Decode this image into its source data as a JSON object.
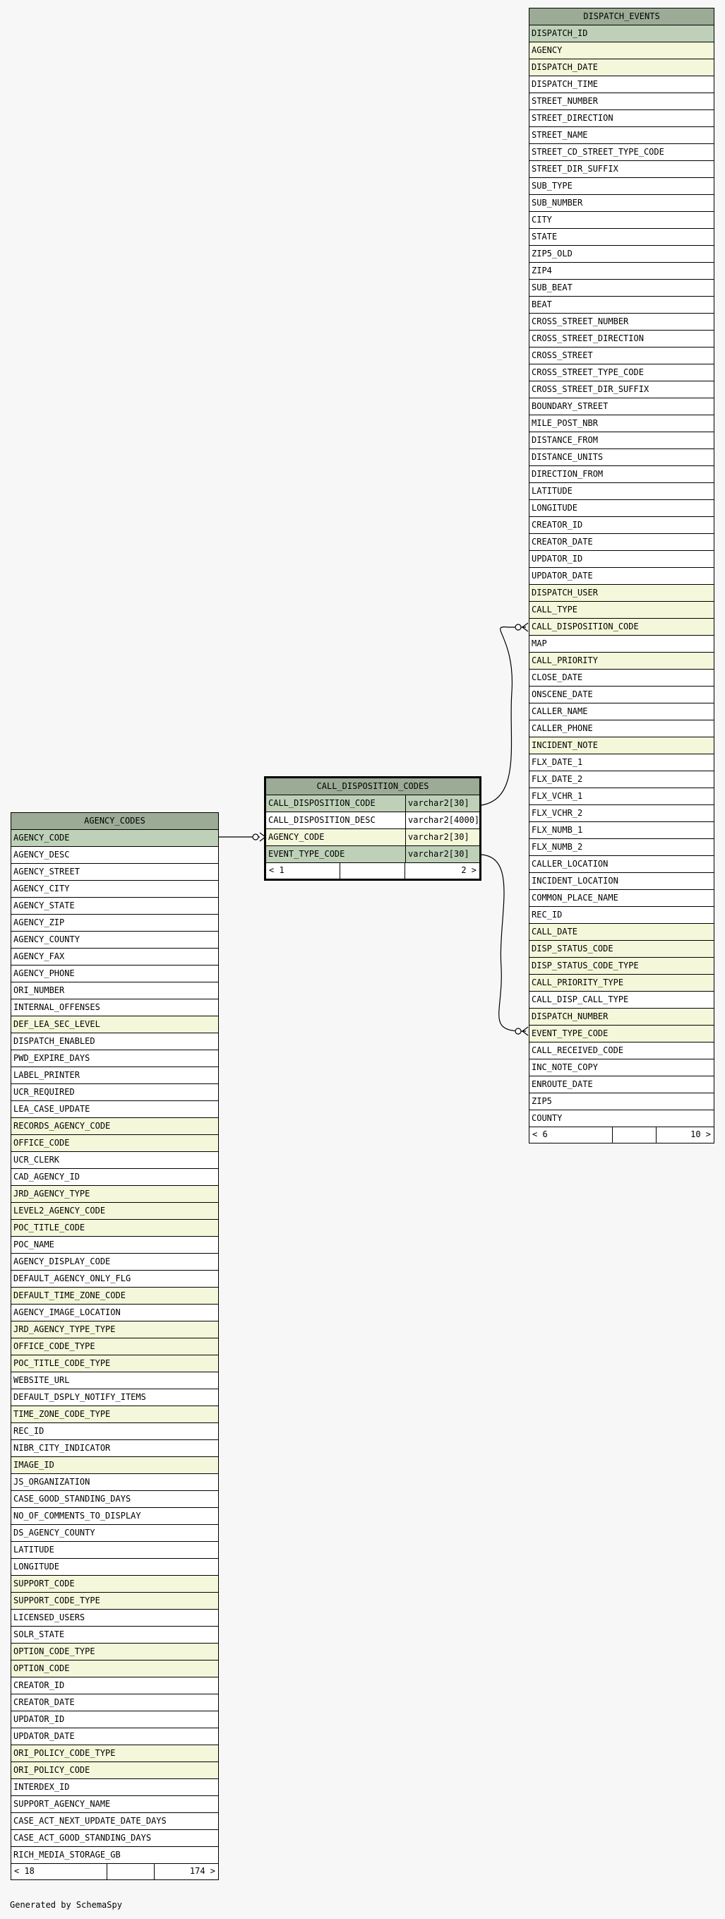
{
  "tables": {
    "dispatch_events": {
      "name": "DISPATCH_EVENTS",
      "columns": [
        {
          "name": "DISPATCH_ID",
          "kind": "pk"
        },
        {
          "name": "AGENCY",
          "kind": "fk"
        },
        {
          "name": "DISPATCH_DATE",
          "kind": "fk"
        },
        {
          "name": "DISPATCH_TIME",
          "kind": "plain"
        },
        {
          "name": "STREET_NUMBER",
          "kind": "plain"
        },
        {
          "name": "STREET_DIRECTION",
          "kind": "plain"
        },
        {
          "name": "STREET_NAME",
          "kind": "plain"
        },
        {
          "name": "STREET_CD_STREET_TYPE_CODE",
          "kind": "plain"
        },
        {
          "name": "STREET_DIR_SUFFIX",
          "kind": "plain"
        },
        {
          "name": "SUB_TYPE",
          "kind": "plain"
        },
        {
          "name": "SUB_NUMBER",
          "kind": "plain"
        },
        {
          "name": "CITY",
          "kind": "plain"
        },
        {
          "name": "STATE",
          "kind": "plain"
        },
        {
          "name": "ZIP5_OLD",
          "kind": "plain"
        },
        {
          "name": "ZIP4",
          "kind": "plain"
        },
        {
          "name": "SUB_BEAT",
          "kind": "plain"
        },
        {
          "name": "BEAT",
          "kind": "plain"
        },
        {
          "name": "CROSS_STREET_NUMBER",
          "kind": "plain"
        },
        {
          "name": "CROSS_STREET_DIRECTION",
          "kind": "plain"
        },
        {
          "name": "CROSS_STREET",
          "kind": "plain"
        },
        {
          "name": "CROSS_STREET_TYPE_CODE",
          "kind": "plain"
        },
        {
          "name": "CROSS_STREET_DIR_SUFFIX",
          "kind": "plain"
        },
        {
          "name": "BOUNDARY_STREET",
          "kind": "plain"
        },
        {
          "name": "MILE_POST_NBR",
          "kind": "plain"
        },
        {
          "name": "DISTANCE_FROM",
          "kind": "plain"
        },
        {
          "name": "DISTANCE_UNITS",
          "kind": "plain"
        },
        {
          "name": "DIRECTION_FROM",
          "kind": "plain"
        },
        {
          "name": "LATITUDE",
          "kind": "plain"
        },
        {
          "name": "LONGITUDE",
          "kind": "plain"
        },
        {
          "name": "CREATOR_ID",
          "kind": "plain"
        },
        {
          "name": "CREATOR_DATE",
          "kind": "plain"
        },
        {
          "name": "UPDATOR_ID",
          "kind": "plain"
        },
        {
          "name": "UPDATOR_DATE",
          "kind": "plain"
        },
        {
          "name": "DISPATCH_USER",
          "kind": "fk"
        },
        {
          "name": "CALL_TYPE",
          "kind": "fk"
        },
        {
          "name": "CALL_DISPOSITION_CODE",
          "kind": "fk"
        },
        {
          "name": "MAP",
          "kind": "plain"
        },
        {
          "name": "CALL_PRIORITY",
          "kind": "fk"
        },
        {
          "name": "CLOSE_DATE",
          "kind": "plain"
        },
        {
          "name": "ONSCENE_DATE",
          "kind": "plain"
        },
        {
          "name": "CALLER_NAME",
          "kind": "plain"
        },
        {
          "name": "CALLER_PHONE",
          "kind": "plain"
        },
        {
          "name": "INCIDENT_NOTE",
          "kind": "fk"
        },
        {
          "name": "FLX_DATE_1",
          "kind": "plain"
        },
        {
          "name": "FLX_DATE_2",
          "kind": "plain"
        },
        {
          "name": "FLX_VCHR_1",
          "kind": "plain"
        },
        {
          "name": "FLX_VCHR_2",
          "kind": "plain"
        },
        {
          "name": "FLX_NUMB_1",
          "kind": "plain"
        },
        {
          "name": "FLX_NUMB_2",
          "kind": "plain"
        },
        {
          "name": "CALLER_LOCATION",
          "kind": "plain"
        },
        {
          "name": "INCIDENT_LOCATION",
          "kind": "plain"
        },
        {
          "name": "COMMON_PLACE_NAME",
          "kind": "plain"
        },
        {
          "name": "REC_ID",
          "kind": "plain"
        },
        {
          "name": "CALL_DATE",
          "kind": "fk"
        },
        {
          "name": "DISP_STATUS_CODE",
          "kind": "fk"
        },
        {
          "name": "DISP_STATUS_CODE_TYPE",
          "kind": "fk"
        },
        {
          "name": "CALL_PRIORITY_TYPE",
          "kind": "fk"
        },
        {
          "name": "CALL_DISP_CALL_TYPE",
          "kind": "plain"
        },
        {
          "name": "DISPATCH_NUMBER",
          "kind": "fk"
        },
        {
          "name": "EVENT_TYPE_CODE",
          "kind": "fk"
        },
        {
          "name": "CALL_RECEIVED_CODE",
          "kind": "plain"
        },
        {
          "name": "INC_NOTE_COPY",
          "kind": "plain"
        },
        {
          "name": "ENROUTE_DATE",
          "kind": "plain"
        },
        {
          "name": "ZIP5",
          "kind": "plain"
        },
        {
          "name": "COUNTY",
          "kind": "plain"
        }
      ],
      "footer": {
        "parents": "< 6",
        "middle": "",
        "children": "10 >"
      }
    },
    "call_disposition_codes": {
      "name": "CALL_DISPOSITION_CODES",
      "columns": [
        {
          "name": "CALL_DISPOSITION_CODE",
          "type": "varchar2[30]",
          "kind": "pk"
        },
        {
          "name": "CALL_DISPOSITION_DESC",
          "type": "varchar2[4000]",
          "kind": "plain"
        },
        {
          "name": "AGENCY_CODE",
          "type": "varchar2[30]",
          "kind": "fk"
        },
        {
          "name": "EVENT_TYPE_CODE",
          "type": "varchar2[30]",
          "kind": "pk"
        }
      ],
      "footer": {
        "parents": "< 1",
        "middle": "",
        "children": "2 >"
      }
    },
    "agency_codes": {
      "name": "AGENCY_CODES",
      "columns": [
        {
          "name": "AGENCY_CODE",
          "kind": "pk"
        },
        {
          "name": "AGENCY_DESC",
          "kind": "plain"
        },
        {
          "name": "AGENCY_STREET",
          "kind": "plain"
        },
        {
          "name": "AGENCY_CITY",
          "kind": "plain"
        },
        {
          "name": "AGENCY_STATE",
          "kind": "plain"
        },
        {
          "name": "AGENCY_ZIP",
          "kind": "plain"
        },
        {
          "name": "AGENCY_COUNTY",
          "kind": "plain"
        },
        {
          "name": "AGENCY_FAX",
          "kind": "plain"
        },
        {
          "name": "AGENCY_PHONE",
          "kind": "plain"
        },
        {
          "name": "ORI_NUMBER",
          "kind": "plain"
        },
        {
          "name": "INTERNAL_OFFENSES",
          "kind": "plain"
        },
        {
          "name": "DEF_LEA_SEC_LEVEL",
          "kind": "fk"
        },
        {
          "name": "DISPATCH_ENABLED",
          "kind": "plain"
        },
        {
          "name": "PWD_EXPIRE_DAYS",
          "kind": "plain"
        },
        {
          "name": "LABEL_PRINTER",
          "kind": "plain"
        },
        {
          "name": "UCR_REQUIRED",
          "kind": "plain"
        },
        {
          "name": "LEA_CASE_UPDATE",
          "kind": "plain"
        },
        {
          "name": "RECORDS_AGENCY_CODE",
          "kind": "fk"
        },
        {
          "name": "OFFICE_CODE",
          "kind": "fk"
        },
        {
          "name": "UCR_CLERK",
          "kind": "plain"
        },
        {
          "name": "CAD_AGENCY_ID",
          "kind": "plain"
        },
        {
          "name": "JRD_AGENCY_TYPE",
          "kind": "fk"
        },
        {
          "name": "LEVEL2_AGENCY_CODE",
          "kind": "fk"
        },
        {
          "name": "POC_TITLE_CODE",
          "kind": "fk"
        },
        {
          "name": "POC_NAME",
          "kind": "plain"
        },
        {
          "name": "AGENCY_DISPLAY_CODE",
          "kind": "plain"
        },
        {
          "name": "DEFAULT_AGENCY_ONLY_FLG",
          "kind": "plain"
        },
        {
          "name": "DEFAULT_TIME_ZONE_CODE",
          "kind": "fk"
        },
        {
          "name": "AGENCY_IMAGE_LOCATION",
          "kind": "plain"
        },
        {
          "name": "JRD_AGENCY_TYPE_TYPE",
          "kind": "fk"
        },
        {
          "name": "OFFICE_CODE_TYPE",
          "kind": "fk"
        },
        {
          "name": "POC_TITLE_CODE_TYPE",
          "kind": "fk"
        },
        {
          "name": "WEBSITE_URL",
          "kind": "plain"
        },
        {
          "name": "DEFAULT_DSPLY_NOTIFY_ITEMS",
          "kind": "plain"
        },
        {
          "name": "TIME_ZONE_CODE_TYPE",
          "kind": "fk"
        },
        {
          "name": "REC_ID",
          "kind": "plain"
        },
        {
          "name": "NIBR_CITY_INDICATOR",
          "kind": "plain"
        },
        {
          "name": "IMAGE_ID",
          "kind": "fk"
        },
        {
          "name": "JS_ORGANIZATION",
          "kind": "plain"
        },
        {
          "name": "CASE_GOOD_STANDING_DAYS",
          "kind": "plain"
        },
        {
          "name": "NO_OF_COMMENTS_TO_DISPLAY",
          "kind": "plain"
        },
        {
          "name": "DS_AGENCY_COUNTY",
          "kind": "plain"
        },
        {
          "name": "LATITUDE",
          "kind": "plain"
        },
        {
          "name": "LONGITUDE",
          "kind": "plain"
        },
        {
          "name": "SUPPORT_CODE",
          "kind": "fk"
        },
        {
          "name": "SUPPORT_CODE_TYPE",
          "kind": "fk"
        },
        {
          "name": "LICENSED_USERS",
          "kind": "plain"
        },
        {
          "name": "SOLR_STATE",
          "kind": "plain"
        },
        {
          "name": "OPTION_CODE_TYPE",
          "kind": "fk"
        },
        {
          "name": "OPTION_CODE",
          "kind": "fk"
        },
        {
          "name": "CREATOR_ID",
          "kind": "plain"
        },
        {
          "name": "CREATOR_DATE",
          "kind": "plain"
        },
        {
          "name": "UPDATOR_ID",
          "kind": "plain"
        },
        {
          "name": "UPDATOR_DATE",
          "kind": "plain"
        },
        {
          "name": "ORI_POLICY_CODE_TYPE",
          "kind": "fk"
        },
        {
          "name": "ORI_POLICY_CODE",
          "kind": "fk"
        },
        {
          "name": "INTERDEX_ID",
          "kind": "plain"
        },
        {
          "name": "SUPPORT_AGENCY_NAME",
          "kind": "plain"
        },
        {
          "name": "CASE_ACT_NEXT_UPDATE_DATE_DAYS",
          "kind": "plain"
        },
        {
          "name": "CASE_ACT_GOOD_STANDING_DAYS",
          "kind": "plain"
        },
        {
          "name": "RICH_MEDIA_STORAGE_GB",
          "kind": "plain"
        }
      ],
      "footer": {
        "parents": "< 18",
        "middle": "",
        "children": "174 >"
      }
    }
  },
  "colors": {
    "title_bg": "#9bab96",
    "primary_key_bg": "#bed1b8",
    "foreign_key_bg": "#f4f7da",
    "row_bg": "#ffffff",
    "page_bg": "#f7f7f7"
  },
  "footer_text": "Generated by SchemaSpy"
}
